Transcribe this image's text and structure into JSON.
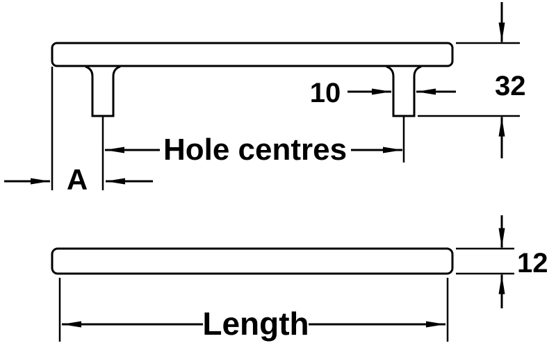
{
  "diagram": {
    "kind": "handle-dimension-drawing",
    "colors": {
      "line": "#000000",
      "background": "#ffffff"
    },
    "front_view": {
      "projection_height_label": "32",
      "post_width_label": "10",
      "hole_centres_label": "Hole centres",
      "end_offset_label": "A"
    },
    "profile_view": {
      "thickness_label": "12",
      "length_label": "Length"
    }
  }
}
